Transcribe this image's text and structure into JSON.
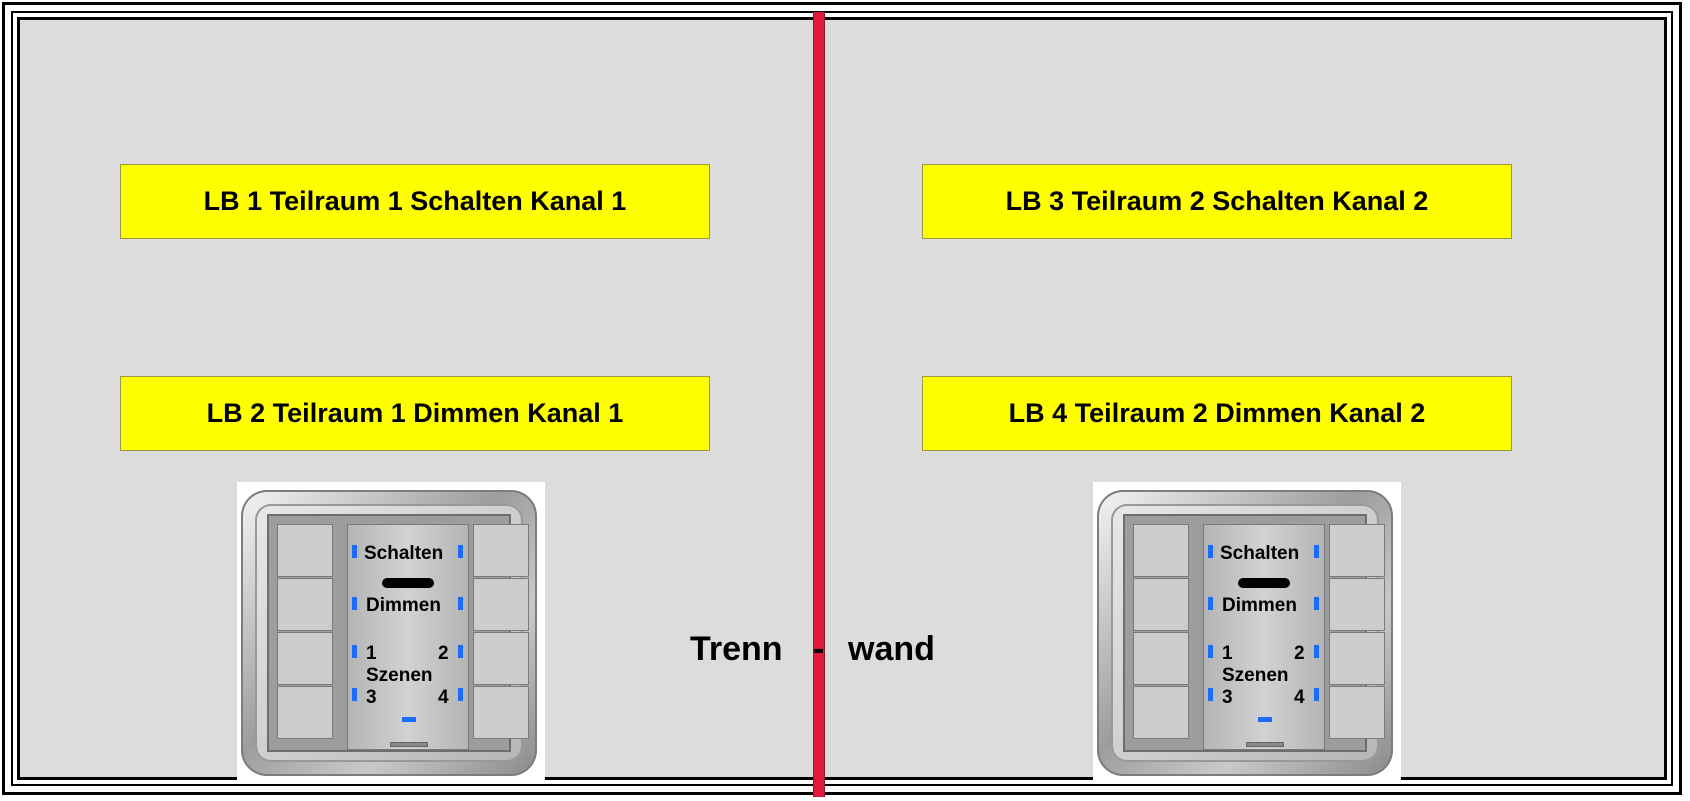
{
  "labels": {
    "lb1": "LB 1 Teilraum 1 Schalten Kanal 1",
    "lb2": "LB 2 Teilraum 1 Dimmen Kanal 1",
    "lb3": "LB 3 Teilraum 2 Schalten Kanal 2",
    "lb4": "LB 4 Teilraum 2 Dimmen Kanal 2"
  },
  "wall": {
    "left_text": "Trenn",
    "dash": "-",
    "right_text": "wand"
  },
  "switch": {
    "schalten": "Schalten",
    "dimmen": "Dimmen",
    "n1": "1",
    "n2": "2",
    "szenen": "Szenen",
    "n3": "3",
    "n4": "4"
  },
  "colors": {
    "label_bg": "#ffff00",
    "divider": "#e01a3c",
    "background": "#dcdcdc",
    "led": "#1a6cff"
  }
}
